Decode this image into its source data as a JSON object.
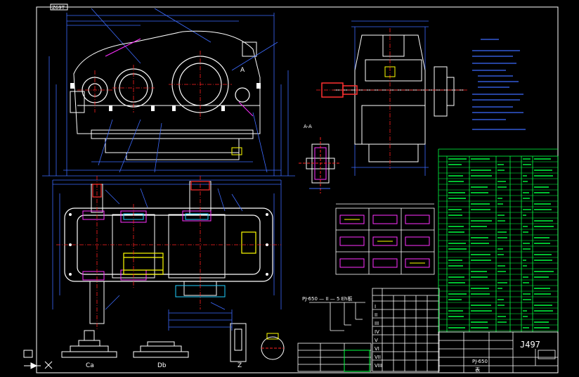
{
  "drawing": {
    "corner_code": "Z69T",
    "section_mark_aa": "A-A",
    "section_mark_a": "A",
    "view_ca_label": "Ca",
    "view_db_label": "Db",
    "view_z_label": "Z",
    "model_formula": "PJ-650 — II — 5 Eh板",
    "title_block_code": "J497",
    "title_block_model": "PJ-650",
    "table_label": "表",
    "roman_numerals": [
      "I",
      "II",
      "III",
      "IV",
      "V",
      "VI",
      "VII",
      "VIII"
    ]
  },
  "colors": {
    "background": "#000000",
    "frame": "#ffffff",
    "outline": "#ffffff",
    "dimension": "#3d6bff",
    "centerline": "#ff2020",
    "highlight": "#ffff00",
    "table": "#00ff40",
    "shaft": "#ff3030",
    "accent_magenta": "#ff30ff",
    "accent_cyan": "#20d0ff"
  }
}
